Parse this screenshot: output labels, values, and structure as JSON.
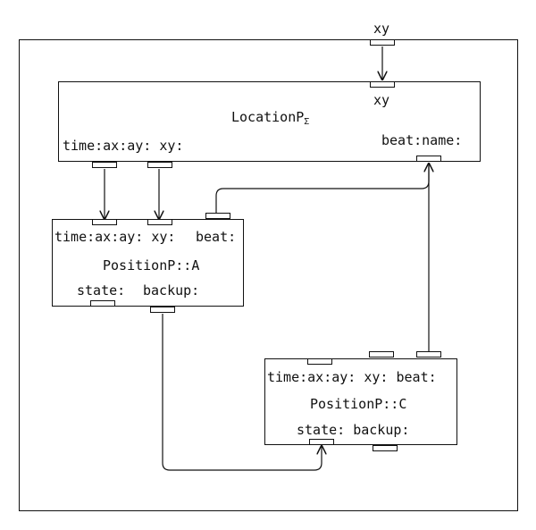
{
  "diagram": {
    "external_port_label": "xy",
    "location": {
      "title_main": "LocationP",
      "title_sub": "Σ",
      "port_top_label": "xy",
      "left_labels": "time:ax:ay: xy:",
      "right_labels": "beat:name:"
    },
    "position_a": {
      "inputs_label": "time:ax:ay: xy:",
      "beat_label": "beat:",
      "title": "PositionP::A",
      "outputs_label": "state:",
      "backup_label": "backup:"
    },
    "position_c": {
      "inputs_label": "time:ax:ay: xy: beat:",
      "title": "PositionP::C",
      "outputs_label": "state: backup:"
    }
  }
}
